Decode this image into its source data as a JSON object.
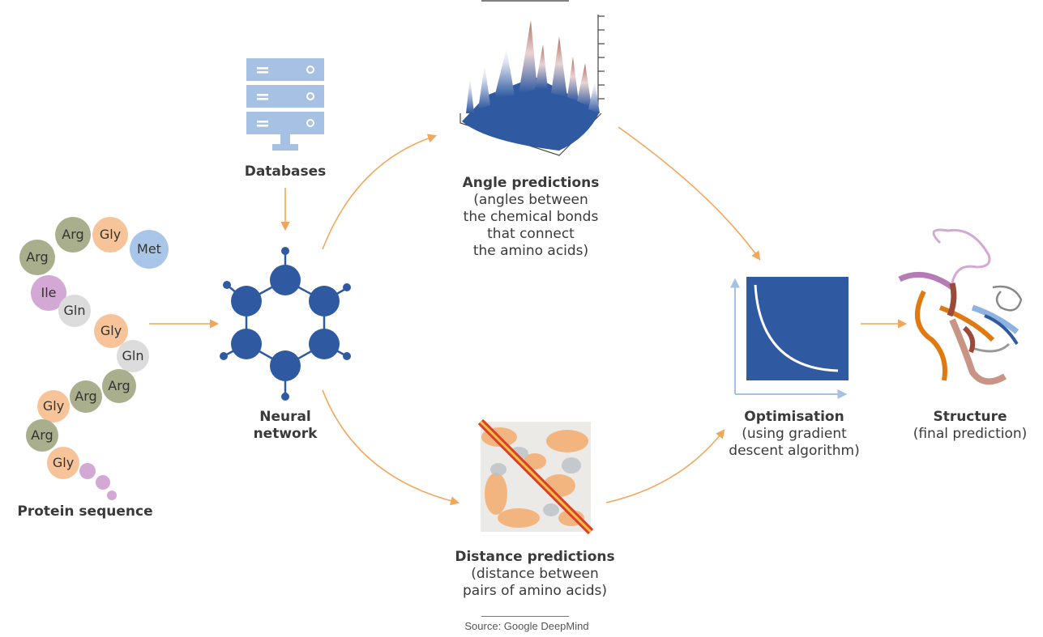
{
  "colors": {
    "accent_blue": "#2f59a0",
    "light_blue": "#a6c1e3",
    "arrow_orange": "#f2a65a",
    "residue_green": "#a9ae8c",
    "residue_orange": "#f7c49a",
    "residue_blue": "#a9c6e8",
    "residue_purple": "#d3a8d5",
    "residue_grey": "#dcdcdc"
  },
  "protein": {
    "label": "Protein sequence",
    "residues": [
      {
        "name": "Arg",
        "color": "residue_green"
      },
      {
        "name": "Arg",
        "color": "residue_green"
      },
      {
        "name": "Gly",
        "color": "residue_orange"
      },
      {
        "name": "Met",
        "color": "residue_blue"
      },
      {
        "name": "Ile",
        "color": "residue_purple"
      },
      {
        "name": "Gln",
        "color": "residue_grey"
      },
      {
        "name": "Gly",
        "color": "residue_orange"
      },
      {
        "name": "Gln",
        "color": "residue_grey"
      },
      {
        "name": "Arg",
        "color": "residue_green"
      },
      {
        "name": "Arg",
        "color": "residue_green"
      },
      {
        "name": "Gly",
        "color": "residue_orange"
      },
      {
        "name": "Arg",
        "color": "residue_green"
      },
      {
        "name": "Gly",
        "color": "residue_orange"
      }
    ]
  },
  "databases": {
    "label": "Databases",
    "icon": "server-icon"
  },
  "network": {
    "label_line1": "Neural",
    "label_line2": "network",
    "icon": "neural-network-icon"
  },
  "angle": {
    "title": "Angle predictions",
    "line1": "(angles between",
    "line2": "the chemical bonds",
    "line3": "that connect",
    "line4": "the amino acids)"
  },
  "distance": {
    "title": "Distance predictions",
    "line1": "(distance between",
    "line2": "pairs of amino acids)"
  },
  "optimisation": {
    "title": "Optimisation",
    "line1": "(using gradient",
    "line2": "descent algorithm)"
  },
  "structure": {
    "title": "Structure",
    "line1": "(final prediction)"
  },
  "source": "Source: Google DeepMind"
}
